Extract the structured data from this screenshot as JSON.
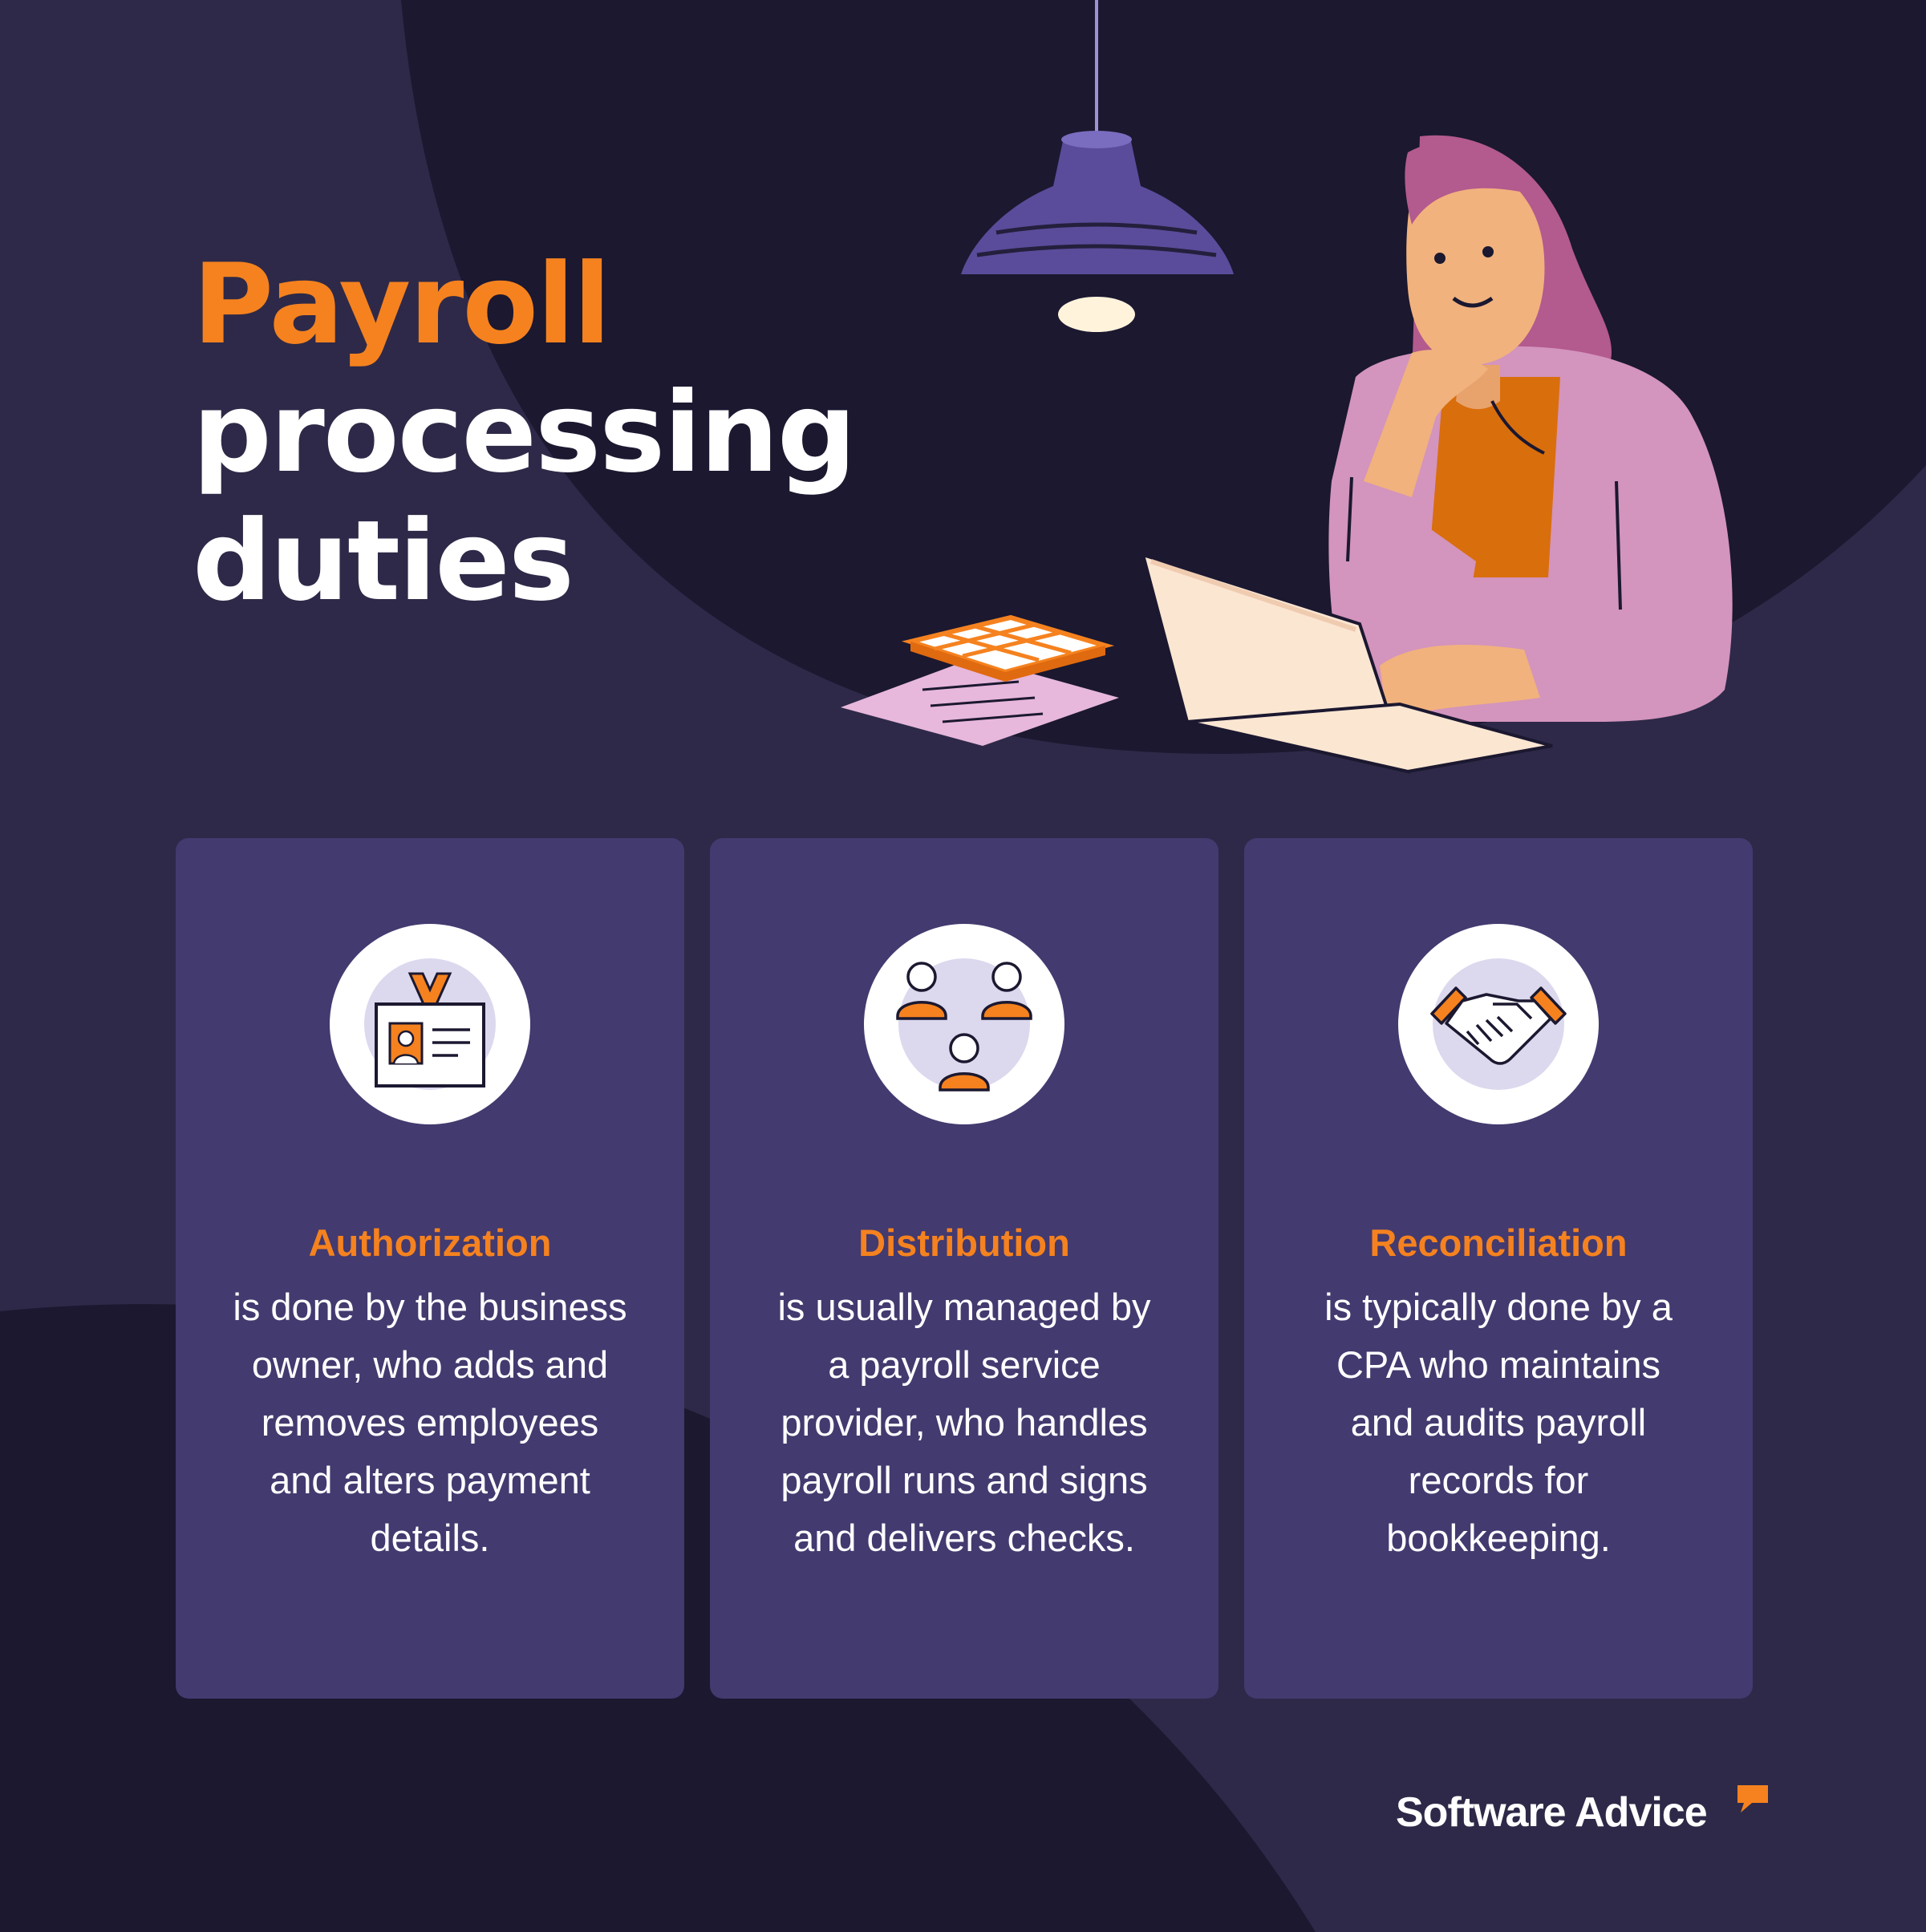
{
  "header": {
    "title_accent": "Payroll",
    "title_line2": "processing",
    "title_line3": "duties"
  },
  "cards": [
    {
      "icon": "id-badge-icon",
      "title": "Authorization",
      "body": "is done by the business owner, who adds and removes employees and alters payment details."
    },
    {
      "icon": "people-group-icon",
      "title": "Distribution",
      "body": "is usually managed by a payroll service provider, who handles payroll runs and signs and delivers checks."
    },
    {
      "icon": "handshake-icon",
      "title": "Reconciliation",
      "body": "is typically done by a CPA who maintains and audits payroll records for bookkeeping."
    }
  ],
  "brand": {
    "name": "Software Advice"
  },
  "colors": {
    "accent": "#f5821f",
    "background": "#2e2948",
    "background_dark": "#1b1830",
    "card": "#433a6f",
    "text": "#ffffff"
  }
}
